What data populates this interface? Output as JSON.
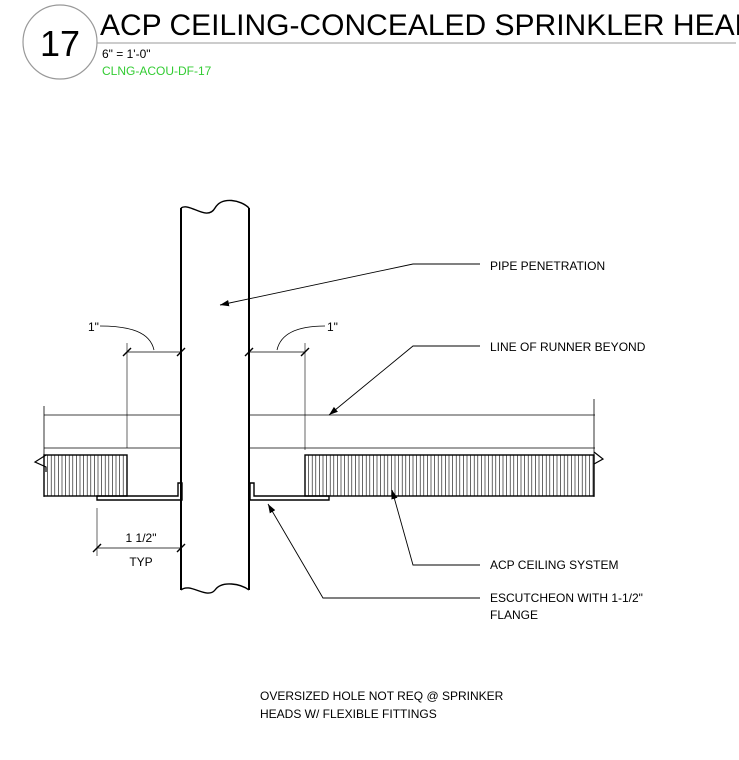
{
  "header": {
    "detail_number": "17",
    "title": "ACP CEILING-CONCEALED SPRINKLER HEAD",
    "scale": "6\" = 1'-0\"",
    "detail_code": "CLNG-ACOU-DF-17"
  },
  "dimensions": {
    "left_clearance": "1\"",
    "right_clearance": "1\"",
    "flange_width": "1 1/2\"",
    "flange_note": "TYP"
  },
  "callouts": {
    "pipe": "PIPE PENETRATION",
    "runner": "LINE OF RUNNER BEYOND",
    "ceiling": "ACP CEILING SYSTEM",
    "escutcheon_line1": "ESCUTCHEON WITH 1-1/2\"",
    "escutcheon_line2": "FLANGE"
  },
  "notes": {
    "line1": "OVERSIZED HOLE NOT REQ @ SPRINKER",
    "line2": "HEADS W/ FLEXIBLE FITTINGS"
  },
  "colors": {
    "line": "#000000",
    "code_text": "#33cc33",
    "rule": "#999999"
  }
}
